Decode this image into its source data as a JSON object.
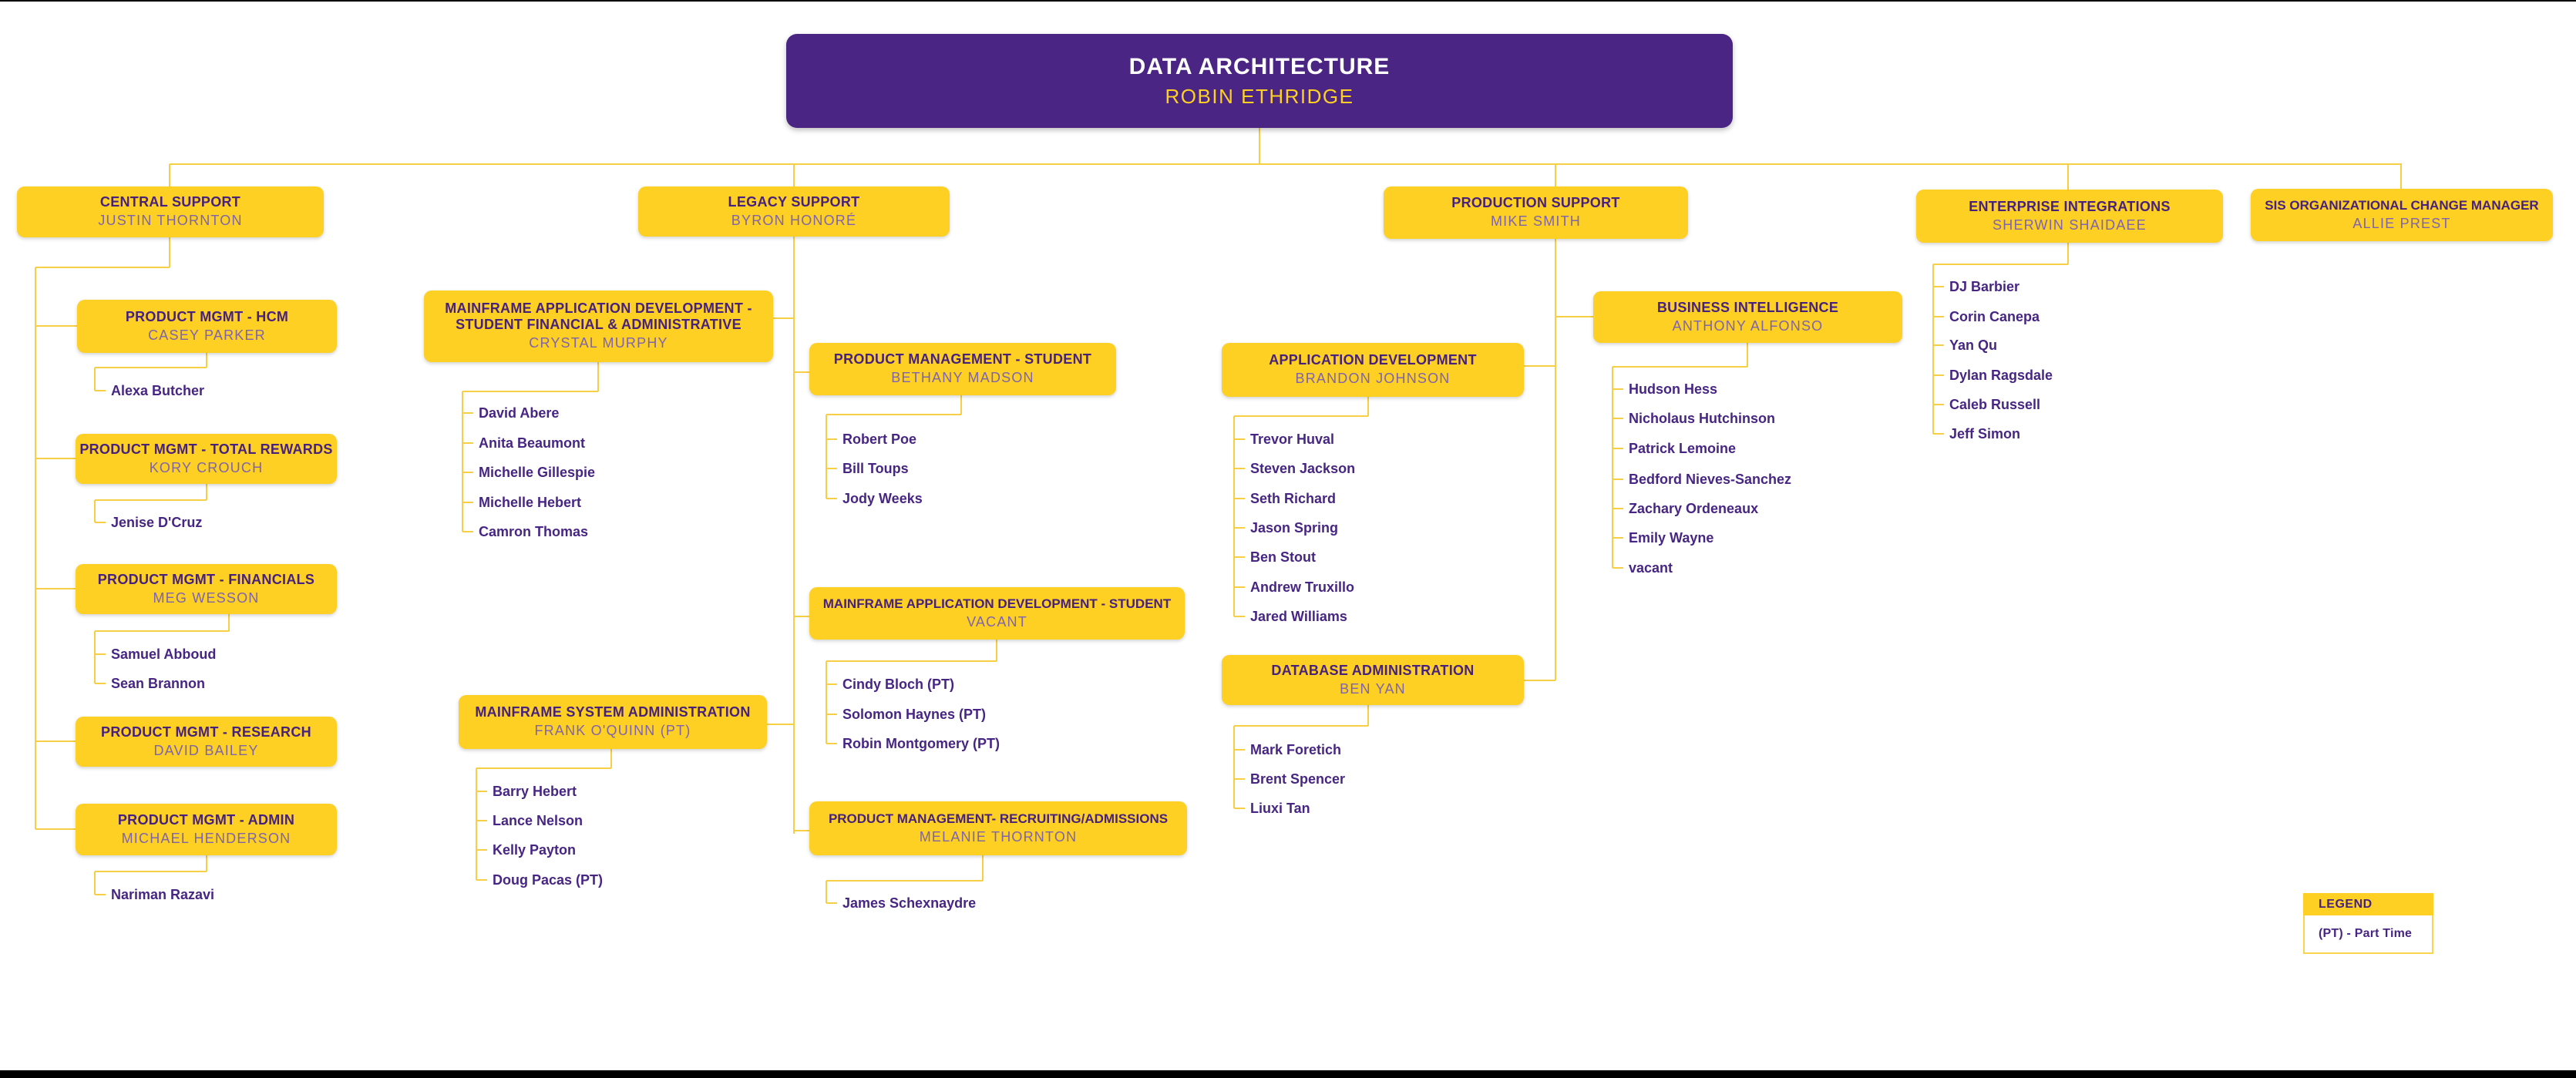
{
  "colors": {
    "purple": "#4A2583",
    "gold": "#FDD023",
    "title_text": "#46217E",
    "subtitle_text": "#7E64AE",
    "member_text": "#472683",
    "line": "#F7CF44"
  },
  "root": {
    "title": "DATA ARCHITECTURE",
    "name": "ROBIN ETHRIDGE"
  },
  "groups": [
    {
      "title": "CENTRAL SUPPORT",
      "name": "JUSTIN THORNTON",
      "members": []
    },
    {
      "title": "LEGACY SUPPORT",
      "name": "BYRON HONORÉ",
      "members": []
    },
    {
      "title": "PRODUCTION SUPPORT",
      "name": "MIKE SMITH",
      "members": []
    },
    {
      "title": "ENTERPRISE INTEGRATIONS",
      "name": "SHERWIN SHAIDAEE",
      "members": [
        "DJ Barbier",
        "Corin Canepa",
        "Yan Qu",
        "Dylan Ragsdale",
        "Caleb Russell",
        "Jeff Simon"
      ]
    },
    {
      "title": "SIS ORGANIZATIONAL CHANGE MANAGER",
      "name": "ALLIE PREST",
      "members": []
    }
  ],
  "units": [
    {
      "title": "PRODUCT MGMT - HCM",
      "name": "CASEY PARKER",
      "members": [
        "Alexa Butcher"
      ]
    },
    {
      "title": "PRODUCT MGMT - TOTAL REWARDS",
      "name": "KORY CROUCH",
      "members": [
        "Jenise D'Cruz"
      ]
    },
    {
      "title": "PRODUCT MGMT - FINANCIALS",
      "name": "MEG WESSON",
      "members": [
        "Samuel Abboud",
        "Sean Brannon"
      ]
    },
    {
      "title": "PRODUCT MGMT - RESEARCH",
      "name": "DAVID BAILEY",
      "members": []
    },
    {
      "title": "PRODUCT MGMT - ADMIN",
      "name": "MICHAEL HENDERSON",
      "members": [
        "Nariman Razavi"
      ]
    },
    {
      "title": "MAINFRAME APPLICATION DEVELOPMENT - STUDENT FINANCIAL & ADMINISTRATIVE",
      "name": "CRYSTAL MURPHY",
      "members": [
        "David Abere",
        "Anita Beaumont",
        "Michelle Gillespie",
        "Michelle Hebert",
        "Camron Thomas"
      ]
    },
    {
      "title": "MAINFRAME SYSTEM ADMINISTRATION",
      "name": "FRANK O'QUINN (PT)",
      "members": [
        "Barry Hebert",
        "Lance Nelson",
        "Kelly Payton",
        "Doug Pacas (PT)"
      ]
    },
    {
      "title": "PRODUCT MANAGEMENT - STUDENT",
      "name": "BETHANY MADSON",
      "members": [
        "Robert Poe",
        "Bill Toups",
        "Jody Weeks"
      ]
    },
    {
      "title": "MAINFRAME APPLICATION DEVELOPMENT - STUDENT",
      "name": "VACANT",
      "members": [
        "Cindy Bloch (PT)",
        "Solomon Haynes (PT)",
        "Robin Montgomery (PT)"
      ]
    },
    {
      "title": "PRODUCT MANAGEMENT- RECRUITING/ADMISSIONS",
      "name": "MELANIE THORNTON",
      "members": [
        "James Schexnaydre"
      ]
    },
    {
      "title": "APPLICATION DEVELOPMENT",
      "name": "BRANDON JOHNSON",
      "members": [
        "Trevor Huval",
        "Steven Jackson",
        "Seth Richard",
        "Jason Spring",
        "Ben Stout",
        "Andrew Truxillo",
        "Jared Williams"
      ]
    },
    {
      "title": "DATABASE ADMINISTRATION",
      "name": "BEN YAN",
      "members": [
        "Mark Foretich",
        "Brent Spencer",
        "Liuxi Tan"
      ]
    },
    {
      "title": "BUSINESS INTELLIGENCE",
      "name": "ANTHONY ALFONSO",
      "members": [
        "Hudson Hess",
        "Nicholaus Hutchinson",
        "Patrick Lemoine",
        "Bedford Nieves-Sanchez",
        "Zachary Ordeneaux",
        "Emily Wayne",
        "vacant"
      ]
    }
  ],
  "legend": {
    "title": "LEGEND",
    "entries": [
      "(PT) - Part Time"
    ]
  }
}
